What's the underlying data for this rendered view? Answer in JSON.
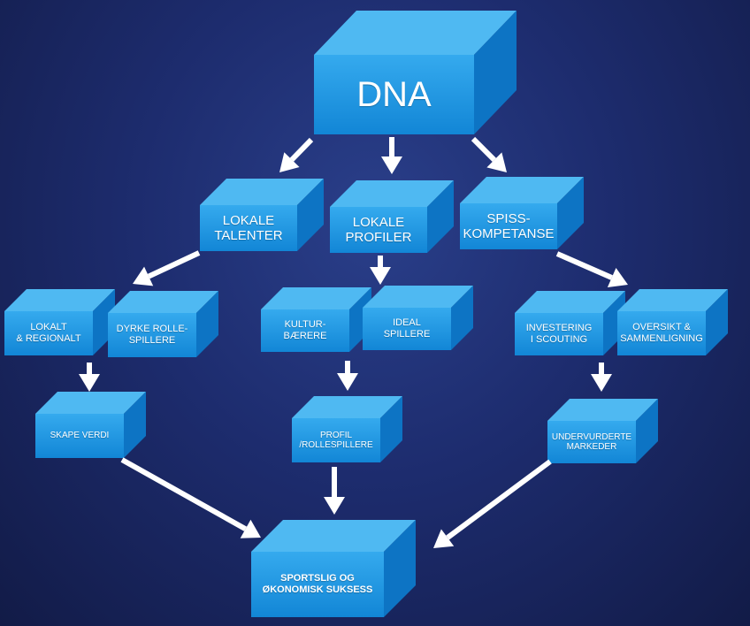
{
  "nodes": {
    "dna": "DNA",
    "lokale_talenter": "LOKALE\nTALENTER",
    "lokale_profiler": "LOKALE\nPROFILER",
    "spisskompetanse": "SPISS-\nKOMPETANSE",
    "lokalt_regionalt": "LOKALT\n& REGIONALT",
    "dyrke_rollespillere": "DYRKE ROLLE-\nSPILLERE",
    "kulturbaerere": "KULTUR-\nBÆRERE",
    "ideal_spillere": "IDEAL\nSPILLERE",
    "investering_scouting": "INVESTERING\nI SCOUTING",
    "oversikt_sammenligning": "OVERSIKT &\nSAMMENLIGNING",
    "skape_verdi": "SKAPE VERDI",
    "profil_rollespillere": "PROFIL\n/ROLLESPILLERE",
    "undervurderte_markeder": "UNDERVURDERTE\nMARKEDER",
    "sportslig_suksess": "SPORTSLIG OG\nØKONOMISK SUKSESS"
  },
  "colors": {
    "front_top": "#2fa6ec",
    "front_bottom": "#1287d8",
    "top": "#4fb9f2",
    "side": "#0d74c4",
    "arrow": "#ffffff"
  }
}
